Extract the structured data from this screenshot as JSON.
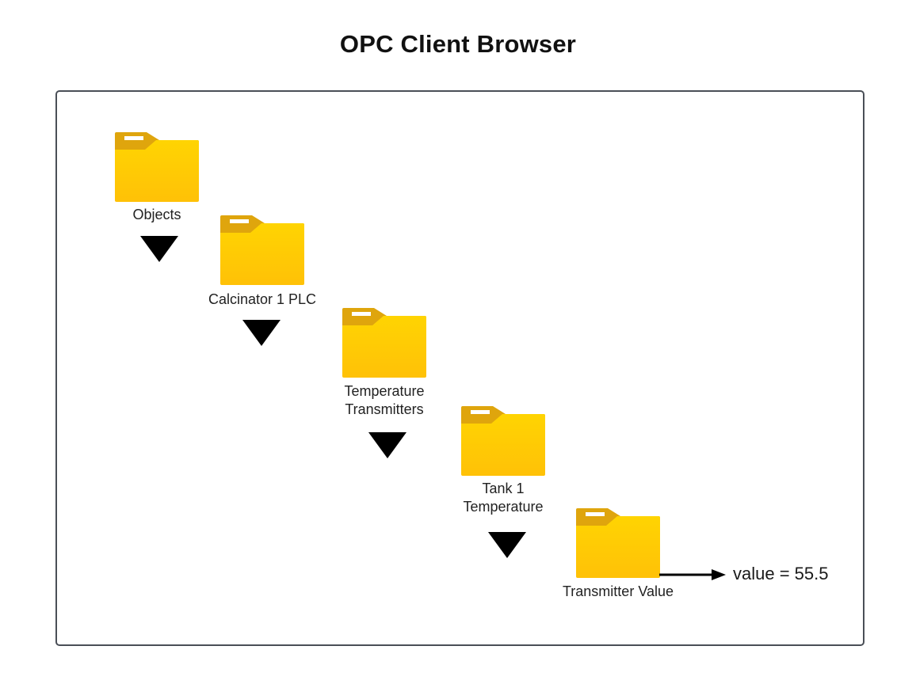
{
  "title": "OPC Client Browser",
  "colors": {
    "folder_tab": "#DFA50D",
    "folder_body_top": "#FFD402",
    "folder_body_bottom": "#FFC107",
    "frame_border": "#4a4f57",
    "arrow": "#000000"
  },
  "nodes": [
    {
      "label": "Objects",
      "icon": "folder-icon"
    },
    {
      "label": "Calcinator 1 PLC",
      "icon": "folder-icon"
    },
    {
      "label_line1": "Temperature",
      "label_line2": "Transmitters",
      "icon": "folder-icon"
    },
    {
      "label_line1": "Tank 1",
      "label_line2": "Temperature",
      "icon": "folder-icon"
    },
    {
      "label": "Transmitter Value",
      "icon": "folder-icon"
    }
  ],
  "value_readout": "value = 55.5"
}
